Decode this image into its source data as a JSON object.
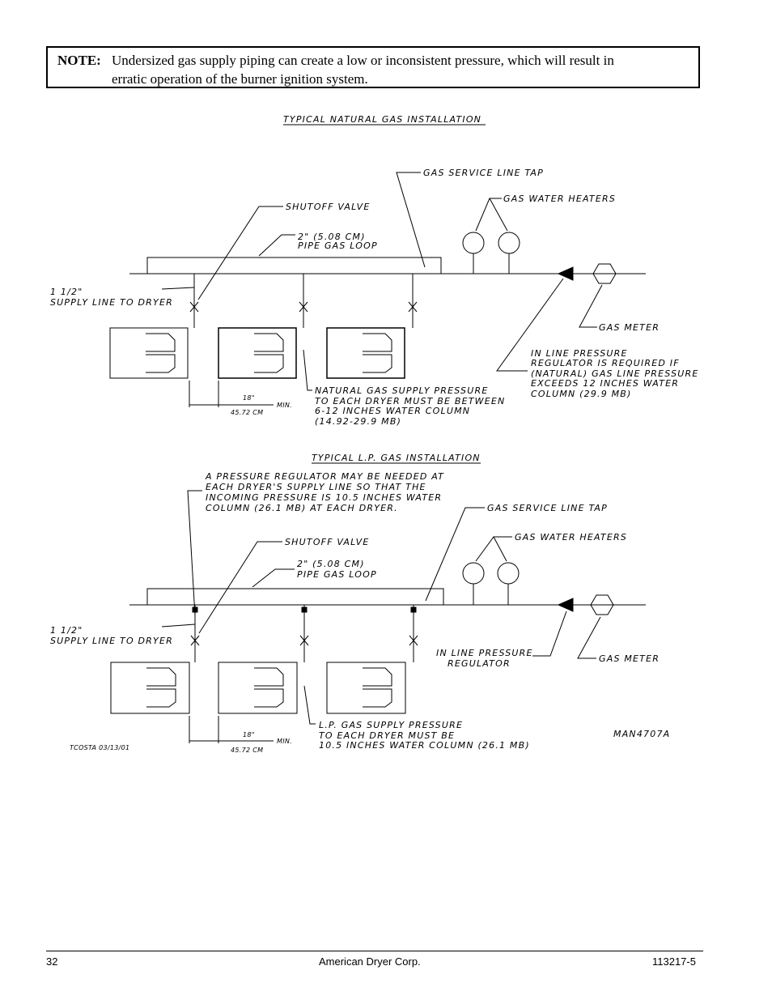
{
  "note": {
    "label": "NOTE:",
    "line1": "Undersized gas supply piping can create a low or inconsistent pressure, which will result in",
    "line2": "erratic operation of the burner ignition system."
  },
  "natural": {
    "title": "TYPICAL NATURAL GAS INSTALLATION",
    "service_tap": "GAS SERVICE LINE TAP",
    "water_heaters": "GAS WATER HEATERS",
    "shutoff": "SHUTOFF VALVE",
    "loop1": "2\" (5.08 CM)",
    "loop2": "PIPE GAS LOOP",
    "supply1": "1 1/2\"",
    "supply2": "SUPPLY LINE TO DRYER",
    "meter": "GAS METER",
    "reg": [
      "IN LINE PRESSURE",
      "REGULATOR IS REQUIRED IF",
      "(NATURAL) GAS LINE PRESSURE",
      "EXCEEDS 12 INCHES WATER",
      "COLUMN (29.9 MB)"
    ],
    "dim_top": "18\"",
    "dim_bottom": "45.72 CM",
    "dim_min": "MIN.",
    "pressure": [
      "NATURAL GAS SUPPLY PRESSURE",
      "TO EACH DRYER MUST BE BETWEEN",
      "6-12 INCHES WATER COLUMN",
      "(14.92-29.9 MB)"
    ]
  },
  "lp": {
    "title": "TYPICAL L.P. GAS INSTALLATION",
    "regulator_note": [
      "A PRESSURE REGULATOR MAY BE NEEDED AT",
      "EACH DRYER'S SUPPLY LINE SO THAT THE",
      "INCOMING PRESSURE IS 10.5 INCHES WATER",
      "COLUMN (26.1 MB) AT EACH DRYER."
    ],
    "service_tap": "GAS SERVICE LINE TAP",
    "water_heaters": "GAS WATER HEATERS",
    "shutoff": "SHUTOFF VALVE",
    "loop1": "2\" (5.08 CM)",
    "loop2": "PIPE GAS LOOP",
    "supply1": "1 1/2\"",
    "supply2": "SUPPLY LINE TO DRYER",
    "reg1": "IN LINE PRESSURE",
    "reg2": "REGULATOR",
    "meter": "GAS METER",
    "dim_top": "18\"",
    "dim_bottom": "45.72 CM",
    "dim_min": "MIN.",
    "pressure": [
      "L.P. GAS SUPPLY PRESSURE",
      "TO EACH DRYER MUST BE",
      "10.5 INCHES WATER COLUMN (26.1 MB)"
    ],
    "drawing_no": "MAN4707A",
    "author": "TCOSTA 03/13/01"
  },
  "footer": {
    "page": "32",
    "company": "American Dryer Corp.",
    "doc_no": "113217-5"
  }
}
